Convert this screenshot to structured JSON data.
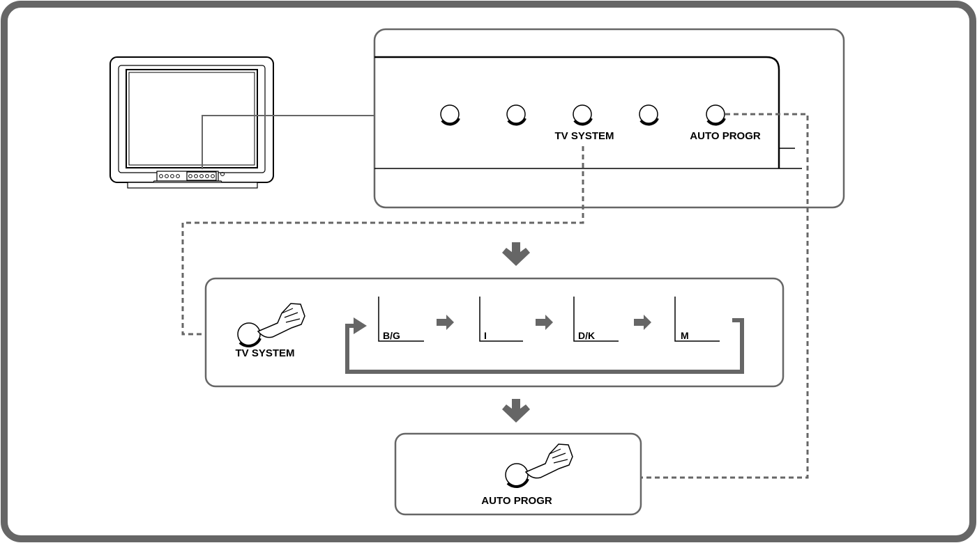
{
  "labels": {
    "tv_system": "TV SYSTEM",
    "auto_progr": "AUTO PROGR"
  },
  "systems": [
    "B/G",
    "I",
    "D/K",
    "M"
  ],
  "colors": {
    "frame": "#666666",
    "connector": "#666666",
    "line": "#000000",
    "background": "#ffffff"
  },
  "icons": [
    "television-icon",
    "front-panel",
    "finger-press-icon",
    "down-arrow-icon",
    "right-arrow-icon",
    "dashed-connector"
  ]
}
